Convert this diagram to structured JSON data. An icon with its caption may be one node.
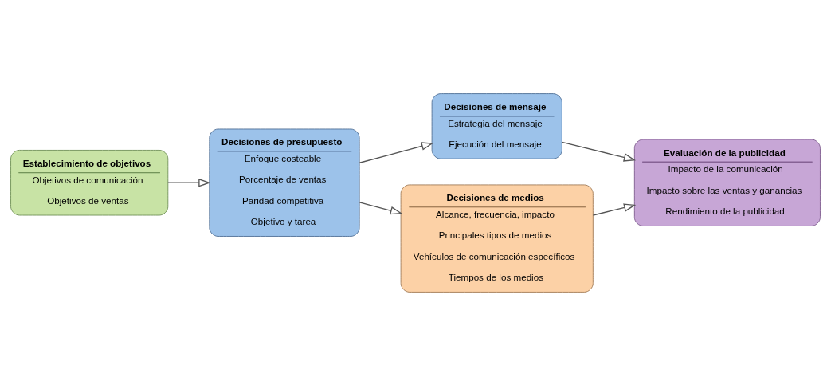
{
  "diagram": {
    "nodes": [
      {
        "text": [
          "Establecimiento de objetivos",
          "Objetivos de comunicación",
          "Objetivos de ventas"
        ]
      },
      {
        "text": [
          "Decisiones de presupuesto",
          "Enfoque costeable",
          "Porcentaje de ventas",
          "Paridad competitiva",
          "Objetivo y tarea"
        ]
      },
      {
        "text": [
          "Decisiones de mensaje",
          "Estrategia del mensaje",
          "Ejecución del mensaje"
        ]
      },
      {
        "text": [
          "Decisiones de medios",
          "Alcance, frecuencia, impacto",
          "Principales tipos de medios",
          "Vehículos de comunicación específicos",
          "Tiempos de los medios"
        ]
      },
      {
        "text": [
          "Evaluación de la publicidad",
          "Impacto de la comunicación",
          "Impacto sobre las ventas y ganancias",
          "Rendimiento de la publicidad"
        ]
      }
    ],
    "edges": [
      {
        "from": 0,
        "to": 1,
        "arrow": "to"
      },
      {
        "from": 1,
        "to": 2,
        "arrow": "to"
      },
      {
        "from": 1,
        "to": 3,
        "arrow": "to"
      },
      {
        "from": 2,
        "to": 4,
        "arrow": "to"
      },
      {
        "from": 3,
        "to": 4,
        "arrow": "to"
      }
    ]
  }
}
